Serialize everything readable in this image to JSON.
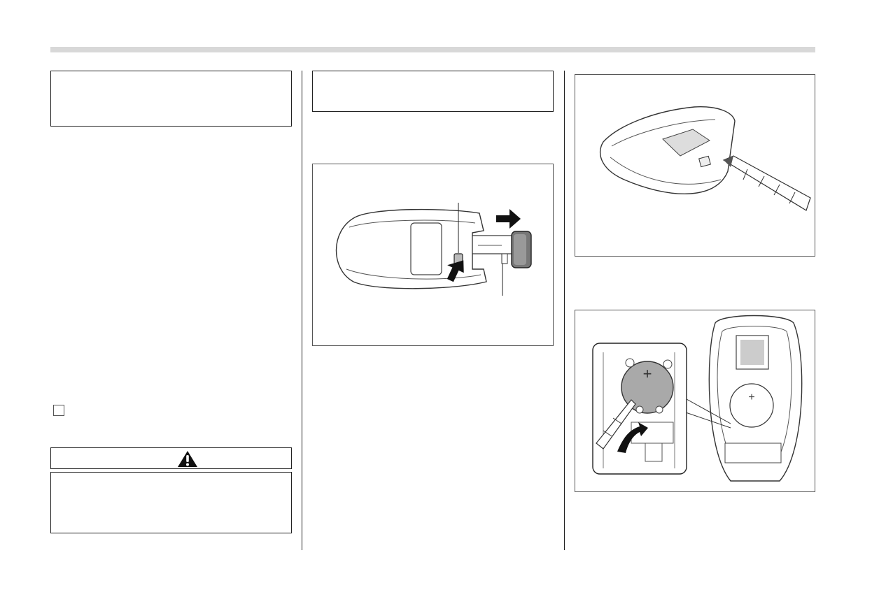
{
  "page": {
    "icons": {
      "warning": "warning-triangle-icon",
      "checkbox": "checkbox-square"
    },
    "figures": [
      {
        "id": "figure-remove-emergency-key",
        "icon": "keyfob-release-key-illustration"
      },
      {
        "id": "figure-pry-open-case",
        "icon": "keyfob-screwdriver-illustration"
      },
      {
        "id": "figure-remove-battery",
        "icon": "keyfob-battery-illustration"
      }
    ],
    "colors": {
      "rule": "#d8d8d8",
      "border": "#222222",
      "battery": "#a9a9a9"
    }
  }
}
